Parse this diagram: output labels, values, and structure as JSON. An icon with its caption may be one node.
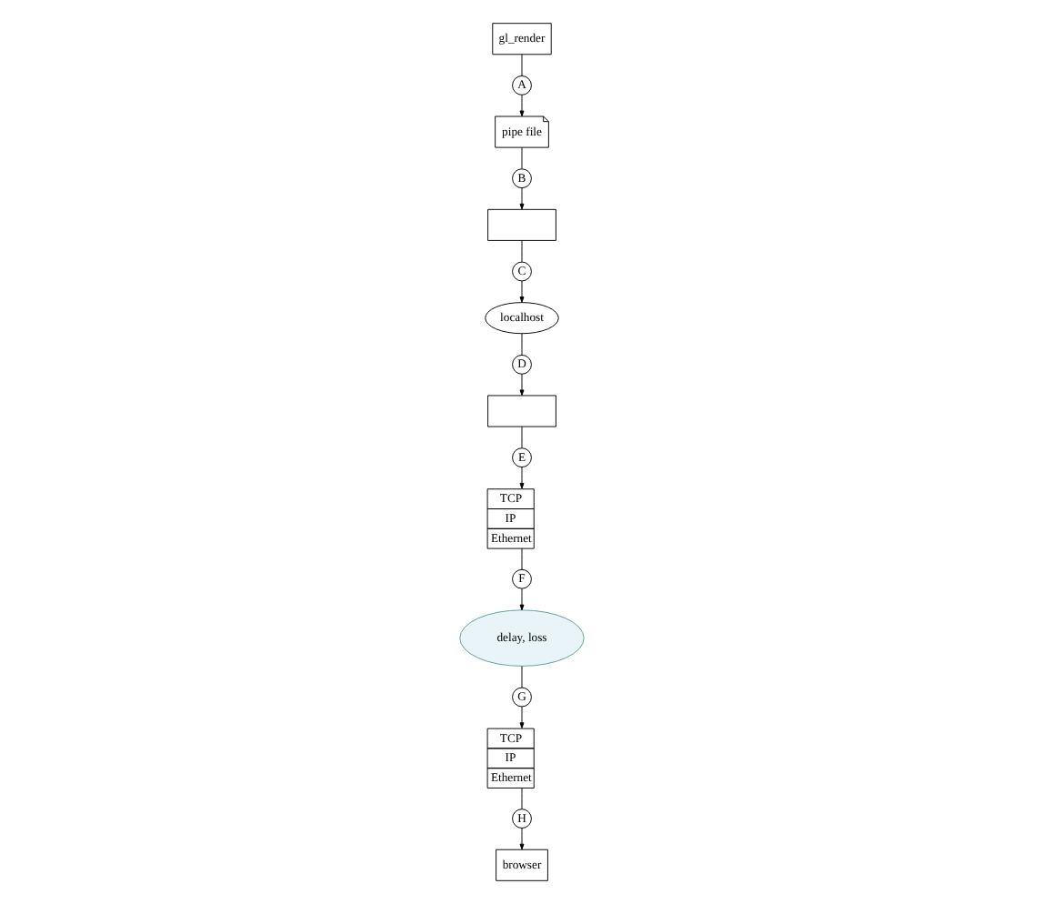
{
  "diagram": {
    "nodes": [
      {
        "text": [
          "gl_render"
        ]
      },
      {
        "text": [
          "A"
        ]
      },
      {
        "text": [
          "pipe file"
        ]
      },
      {
        "text": [
          "B"
        ]
      },
      {
        "text": [],
        "shape": "box"
      },
      {
        "text": [
          "C"
        ]
      },
      {
        "text": [
          "localhost"
        ]
      },
      {
        "text": [
          "D"
        ]
      },
      {
        "text": [],
        "shape": "box"
      },
      {
        "text": [
          "E"
        ]
      },
      {
        "text": [
          "TCP",
          "IP",
          "Ethernet"
        ]
      },
      {
        "text": [
          "F"
        ]
      },
      {
        "text": [
          "delay, loss"
        ]
      },
      {
        "text": [
          "G"
        ]
      },
      {
        "text": [
          "TCP",
          "IP",
          "Ethernet"
        ]
      },
      {
        "text": [
          "H"
        ]
      },
      {
        "text": [
          "browser"
        ]
      }
    ],
    "edges": [
      {
        "from": 0,
        "to": 1,
        "arrow": "none"
      },
      {
        "from": 1,
        "to": 2,
        "arrow": "to"
      },
      {
        "from": 2,
        "to": 3,
        "arrow": "none"
      },
      {
        "from": 3,
        "to": 4,
        "arrow": "to"
      },
      {
        "from": 4,
        "to": 5,
        "arrow": "none"
      },
      {
        "from": 5,
        "to": 6,
        "arrow": "to"
      },
      {
        "from": 6,
        "to": 7,
        "arrow": "none"
      },
      {
        "from": 7,
        "to": 8,
        "arrow": "to"
      },
      {
        "from": 8,
        "to": 9,
        "arrow": "none"
      },
      {
        "from": 9,
        "to": 10,
        "arrow": "to"
      },
      {
        "from": 10,
        "to": 11,
        "arrow": "none"
      },
      {
        "from": 11,
        "to": 12,
        "arrow": "to"
      },
      {
        "from": 12,
        "to": 13,
        "arrow": "none"
      },
      {
        "from": 13,
        "to": 14,
        "arrow": "to"
      },
      {
        "from": 14,
        "to": 15,
        "arrow": "none"
      },
      {
        "from": 15,
        "to": 16,
        "arrow": "to"
      }
    ]
  }
}
